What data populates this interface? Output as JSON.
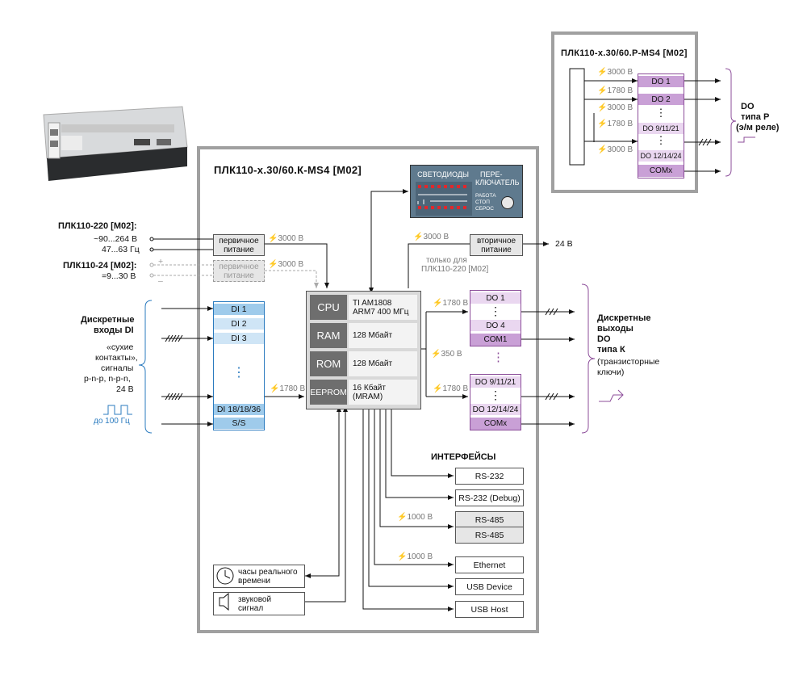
{
  "main": {
    "title": "ПЛК110-х.30/60.К-MS4 [M02]",
    "power": {
      "primary1": "первичное",
      "primary2": "питание",
      "secondary1": "вторичное",
      "secondary2": "питание",
      "iso_primary": "3000 В",
      "iso_primary2": "3000 В",
      "iso_secondary": "3000 В",
      "secondary_note1": "только для",
      "secondary_note2": "ПЛК110-220 [M02]",
      "out_24v": "24 В"
    },
    "supply220": {
      "title": "ПЛК110-220 [M02]:",
      "range1": "~90...264 В",
      "range2": "47...63 Гц"
    },
    "supply24": {
      "title": "ПЛК110-24 [M02]:",
      "range": "=9...30 В",
      "plus": "+",
      "minus": "–"
    },
    "leds": {
      "label": "СВЕТОДИОДЫ",
      "switch1": "ПЕРЕ-",
      "switch2": "КЛЮЧАТЕЛЬ",
      "mode1": "РАБОТА",
      "mode2": "СТОП",
      "mode3": "СБРОС"
    },
    "cpu": {
      "rows": [
        {
          "name": "CPU",
          "desc1": "TI AM1808",
          "desc2": "ARM7  400 МГц"
        },
        {
          "name": "RAM",
          "desc1": "128 Мбайт",
          "desc2": ""
        },
        {
          "name": "ROM",
          "desc1": "128 Мбайт",
          "desc2": ""
        },
        {
          "name": "EEPROM",
          "desc1": "16 Кбайт",
          "desc2": "(MRAM)"
        }
      ]
    },
    "di": {
      "heading1": "Дискретные",
      "heading2": "входы DI",
      "desc1": "«сухие",
      "desc2": "контакты»,",
      "desc3": "сигналы",
      "desc4": "p-n-p, n-p-n,",
      "desc5": "24 В",
      "freq": "до 100 Гц",
      "items": [
        "DI 1",
        "DI 2",
        "DI 3",
        "⋮",
        "DI 18/18/36",
        "S/S"
      ],
      "iso": "1780 В"
    },
    "do_k": {
      "heading1": "Дискретные",
      "heading2": "выходы",
      "heading3": "DO",
      "heading4": "типа К",
      "desc1": "(транзисторные",
      "desc2": "ключи)",
      "group1": [
        "DO 1",
        "⋮",
        "DO 4",
        "COM1"
      ],
      "group2": [
        "DO 9/11/21",
        "⋮",
        "DO 12/14/24",
        "COMx"
      ],
      "iso1": "1780 В",
      "iso2": "1780 В",
      "iso_between": "350 В",
      "dots": "⋮"
    },
    "interfaces": {
      "heading": "ИНТЕРФЕЙСЫ",
      "items": [
        "RS-232",
        "RS-232 (Debug)",
        "RS-485",
        "RS-485",
        "Ethernet",
        "USB Device",
        "USB Host"
      ],
      "iso_rs485": "1000 В",
      "iso_eth": "1000 В"
    },
    "rtc": {
      "label1": "часы реального",
      "label2": "времени"
    },
    "buzzer": {
      "label1": "звуковой",
      "label2": "сигнал"
    }
  },
  "relay": {
    "title": "ПЛК110-х.30/60.Р-MS4 [M02]",
    "items": [
      "DO 1",
      "DO 2",
      "⋮",
      "DO 9/11/21",
      "⋮",
      "DO 12/14/24",
      "COMx"
    ],
    "iso": [
      "3000 В",
      "1780 В",
      "3000 В",
      "1780 В",
      "3000 В"
    ],
    "heading1": "DO",
    "heading2": "типа Р",
    "heading3": "(э/м реле)"
  },
  "colors": {
    "frame": "#a0a0a0",
    "di_fill": "#9fcbeb",
    "di_light": "#cfe5f6",
    "di_bracket": "#2b7bbf",
    "do_fill": "#c9a0d6",
    "do_light": "#ead7f0",
    "do_bracket": "#8c4d9a",
    "led_panel": "#5f7a8e",
    "led_red": "#e0272c"
  }
}
